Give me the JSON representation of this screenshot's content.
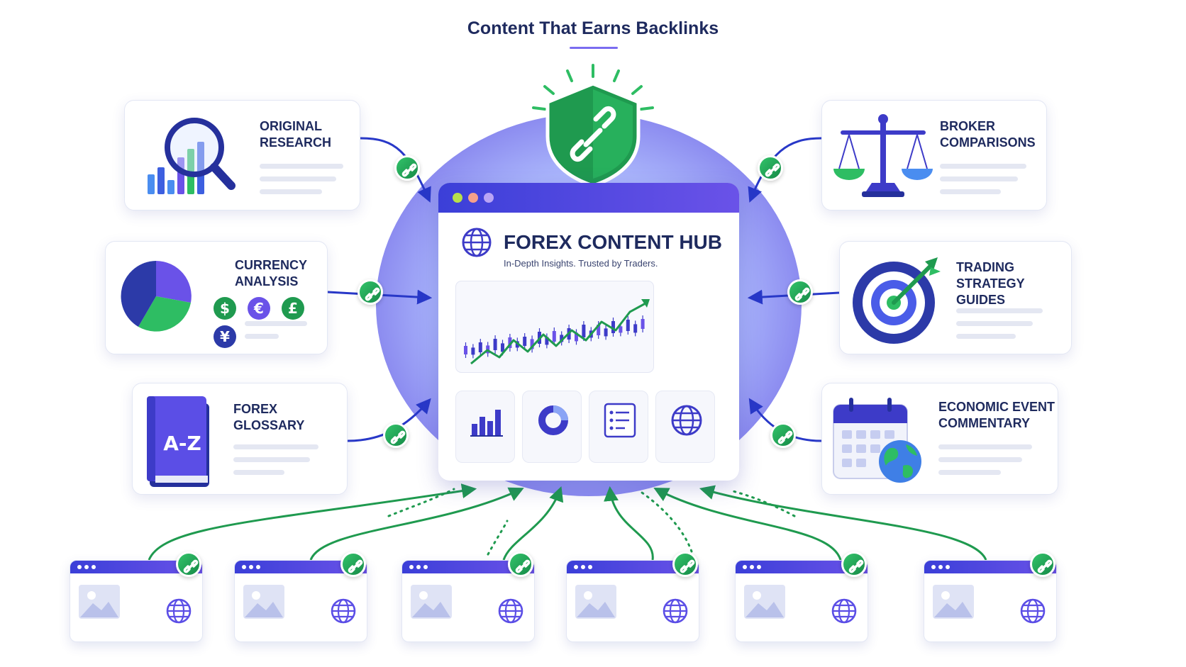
{
  "title": "Content That Earns Backlinks",
  "hub": {
    "title": "FOREX CONTENT HUB",
    "subtitle": "In-Depth Insights. Trusted by Traders."
  },
  "content_types": [
    {
      "label_line1": "ORIGINAL",
      "label_line2": "RESEARCH",
      "icon": "magnifier-chart-icon"
    },
    {
      "label_line1": "CURRENCY",
      "label_line2": "ANALYSIS",
      "icon": "pie-chart-currency-icon"
    },
    {
      "label_line1": "FOREX",
      "label_line2": "GLOSSARY",
      "icon": "a-z-book-icon"
    },
    {
      "label_line1": "BROKER",
      "label_line2": "COMPARISONS",
      "icon": "scales-icon"
    },
    {
      "label_line1": "TRADING",
      "label_line2": "STRATEGY GUIDES",
      "icon": "target-icon"
    },
    {
      "label_line1": "ECONOMIC EVENT",
      "label_line2": "COMMENTARY",
      "icon": "calendar-globe-icon"
    }
  ],
  "glossary_book_text": "A-Z",
  "currency_symbols": [
    "$",
    "€",
    "£",
    "¥"
  ],
  "colors": {
    "primary": "#3b3fd8",
    "accent": "#6a52e8",
    "link_green": "#1f9a4f",
    "text": "#1e2a5e"
  },
  "referring_sites_count": 6
}
